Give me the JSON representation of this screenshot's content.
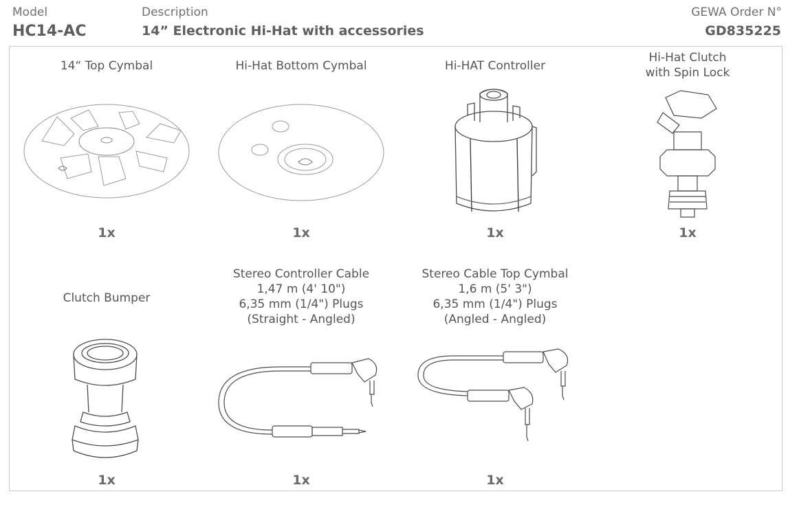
{
  "header": {
    "model_label": "Model",
    "model_value": "HC14-AC",
    "description_label": "Description",
    "description_value": "14” Electronic Hi-Hat with accessories",
    "order_label": "GEWA Order N°",
    "order_value": "GD835225"
  },
  "items": [
    {
      "title": [
        "14“ Top Cymbal"
      ],
      "quantity": "1x",
      "icon": "top-cymbal-icon"
    },
    {
      "title": [
        "Hi-Hat Bottom Cymbal"
      ],
      "quantity": "1x",
      "icon": "bottom-cymbal-icon"
    },
    {
      "title": [
        "Hi-HAT Controller"
      ],
      "quantity": "1x",
      "icon": "hihat-controller-icon"
    },
    {
      "title": [
        "Hi-Hat Clutch",
        "with Spin Lock"
      ],
      "quantity": "1x",
      "icon": "clutch-icon"
    },
    {
      "title": [
        "Clutch Bumper"
      ],
      "quantity": "1x",
      "icon": "clutch-bumper-icon"
    },
    {
      "title": [
        "Stereo Controller Cable",
        "1,47 m (4' 10\")",
        "6,35 mm (1/4\") Plugs",
        "(Straight - Angled)"
      ],
      "quantity": "1x",
      "icon": "controller-cable-icon"
    },
    {
      "title": [
        "Stereo Cable Top Cymbal",
        "1,6 m (5' 3\")",
        "6,35 mm (1/4\") Plugs",
        "(Angled - Angled)"
      ],
      "quantity": "1x",
      "icon": "top-cymbal-cable-icon"
    }
  ],
  "colors": {
    "line_art": "#4a4a4a",
    "frame": "#c8c8c8",
    "text": "#555555"
  }
}
